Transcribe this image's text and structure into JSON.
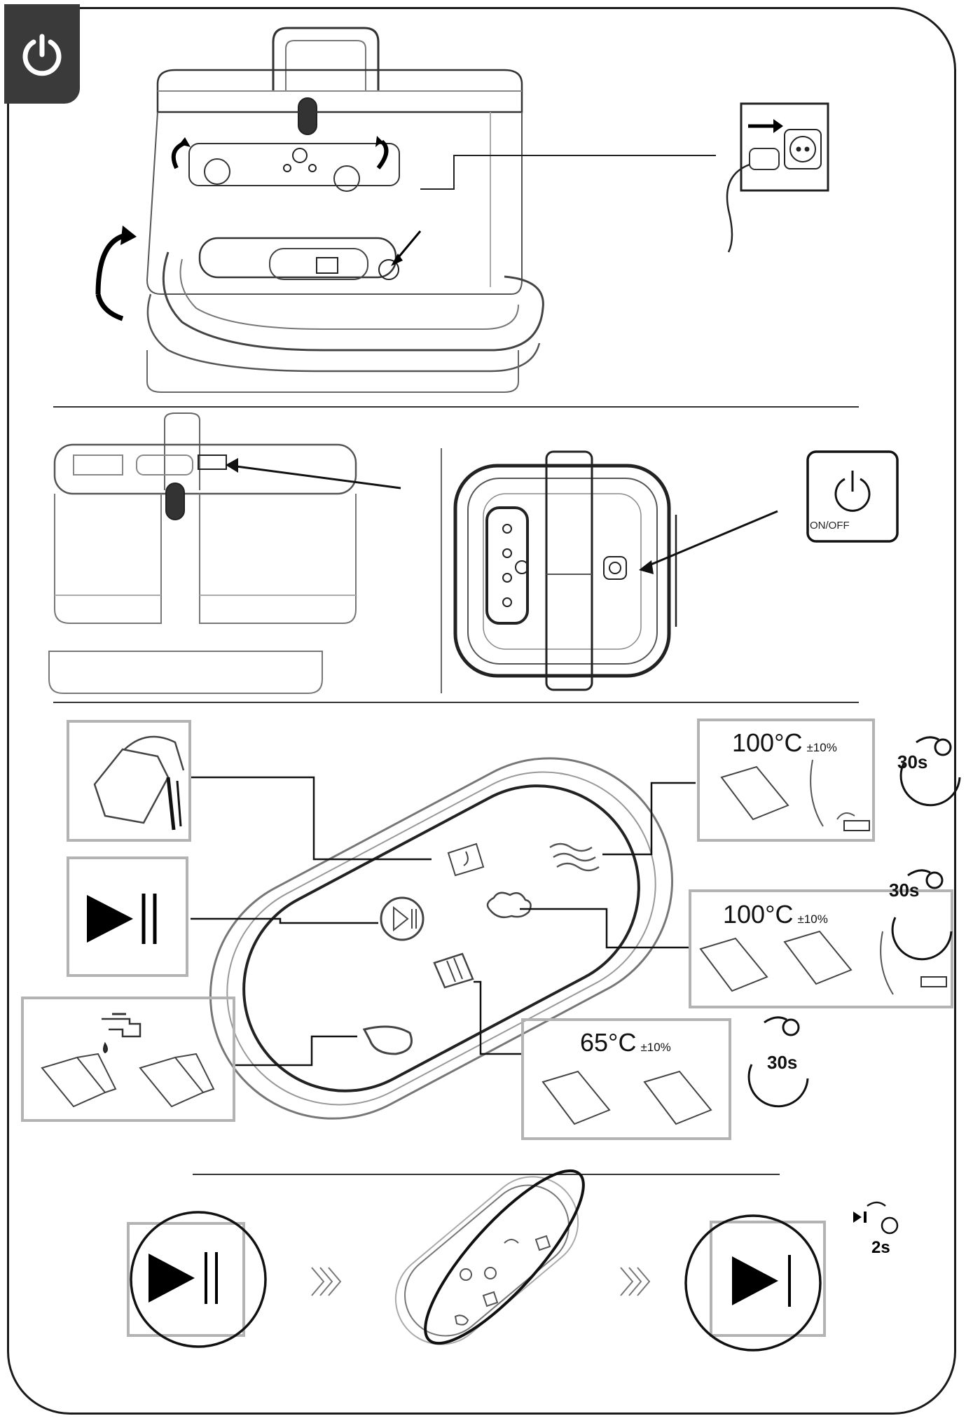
{
  "buttons": {
    "on_off_label": "ON/OFF"
  },
  "temperatures": {
    "hot_1": {
      "value": "100°C",
      "tolerance": "±10%"
    },
    "hot_2": {
      "value": "100°C",
      "tolerance": "±10%"
    },
    "warm": {
      "value": "65°C",
      "tolerance": "±10%"
    }
  },
  "timers": {
    "steam_1": "30s",
    "steam_2": "30s",
    "warm": "30s",
    "hold_play": "2s"
  },
  "icons": [
    "power-icon",
    "plug-socket-icon",
    "play-pause-icon",
    "tank-pour-icon",
    "steam-icon",
    "faucet-icon",
    "stopwatch-icon",
    "chevron-right-triple-icon"
  ],
  "colors": {
    "ink": "#111111",
    "panel_border": "#b3b3b3",
    "tab_background": "#3a3a3a"
  }
}
